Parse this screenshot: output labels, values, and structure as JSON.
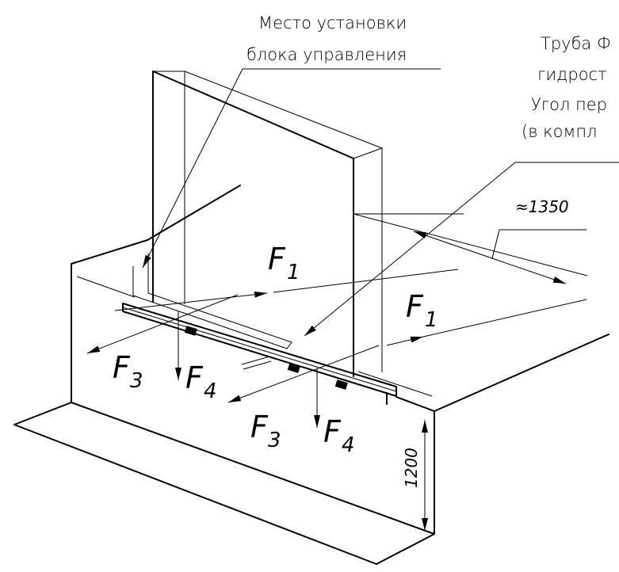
{
  "callouts": {
    "control_unit_line1": "Место установки",
    "control_unit_line2": "блока управления",
    "pipe_line1": "Труба Ф",
    "pipe_line2": "гидрост",
    "pipe_line3": "Угол пер",
    "pipe_line4": "(в компл"
  },
  "dimensions": {
    "length": "≈1350",
    "height": "1200"
  },
  "forces": {
    "f1_symbol": "F",
    "f1_sub": "1",
    "f3_symbol": "F",
    "f3_sub": "3",
    "f4_symbol": "F",
    "f4_sub": "4"
  }
}
